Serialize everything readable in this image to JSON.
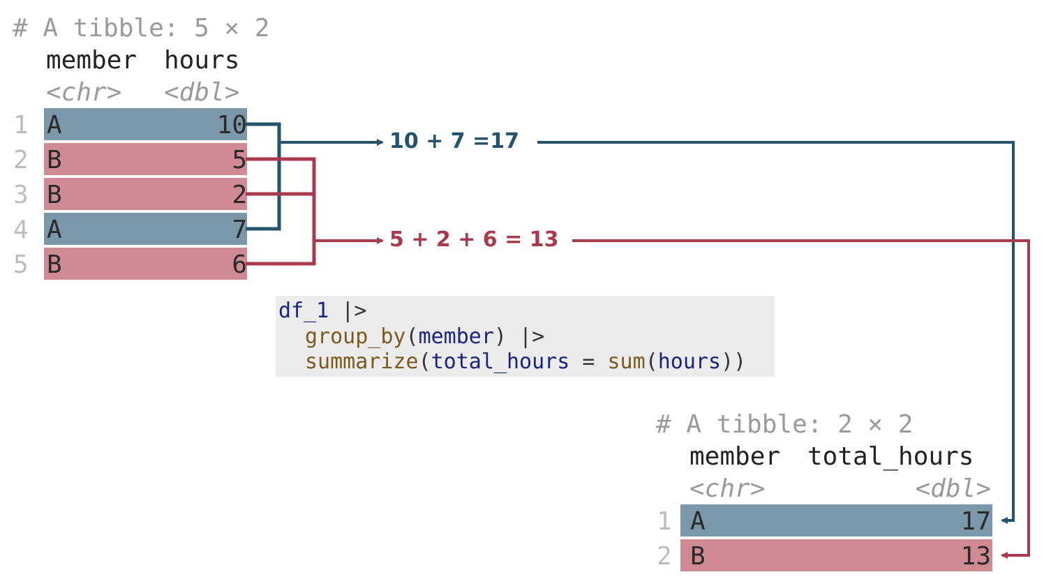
{
  "input_table": {
    "caption": "# A tibble: 5 × 2",
    "columns": [
      {
        "name": "member",
        "type": "<chr>"
      },
      {
        "name": "hours",
        "type": "<dbl>"
      }
    ],
    "rows": [
      {
        "index": "1",
        "member": "A",
        "hours": "10",
        "group": "A"
      },
      {
        "index": "2",
        "member": "B",
        "hours": "5",
        "group": "B"
      },
      {
        "index": "3",
        "member": "B",
        "hours": "2",
        "group": "B"
      },
      {
        "index": "4",
        "member": "A",
        "hours": "7",
        "group": "A"
      },
      {
        "index": "5",
        "member": "B",
        "hours": "6",
        "group": "B"
      }
    ]
  },
  "annotations": {
    "group_a": "10 + 7 =17",
    "group_b": "5 + 2 + 6 = 13"
  },
  "code": {
    "line1_var": "df_1",
    "line1_pipe": " |>",
    "line2_fn": "group_by",
    "line2_open": "(",
    "line2_arg": "member",
    "line2_close": ") |>",
    "line3_fn": "summarize",
    "line3_open": "(",
    "line3_arg": "total_hours",
    "line3_eq": " = ",
    "line3_fn2": "sum",
    "line3_open2": "(",
    "line3_arg2": "hours",
    "line3_close": "))"
  },
  "output_table": {
    "caption": "# A tibble: 2 × 2",
    "columns": [
      {
        "name": "member",
        "type": "<chr>"
      },
      {
        "name": "total_hours",
        "type": "<dbl>"
      }
    ],
    "rows": [
      {
        "index": "1",
        "member": "A",
        "total_hours": "17",
        "group": "A"
      },
      {
        "index": "2",
        "member": "B",
        "total_hours": "13",
        "group": "B"
      }
    ]
  },
  "colors": {
    "group_a_fill": "#7b98aa",
    "group_b_fill": "#cf8a94",
    "group_a_line": "#24536b",
    "group_b_line": "#a93a4d"
  }
}
